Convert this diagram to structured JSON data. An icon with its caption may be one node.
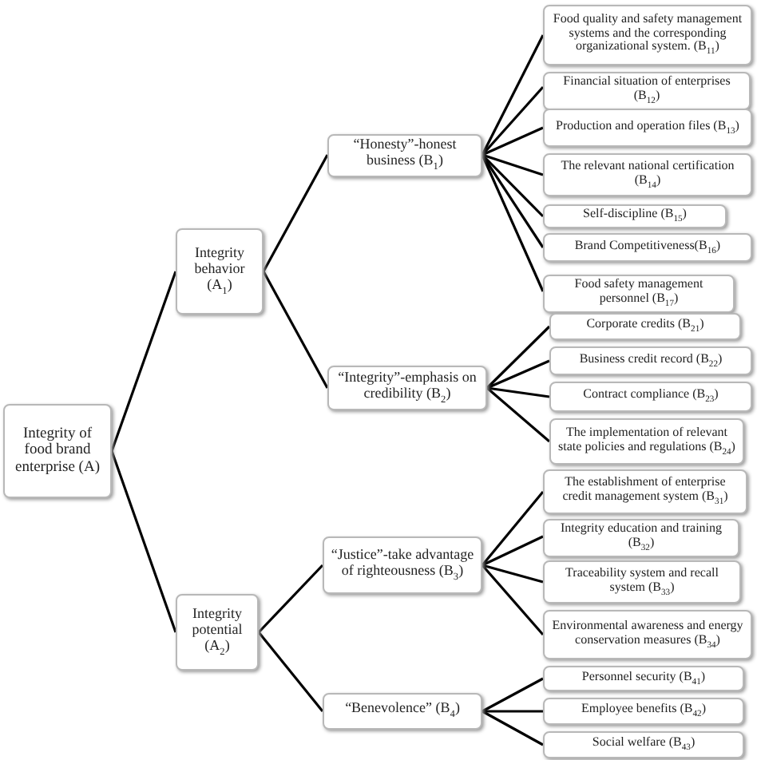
{
  "diagram": {
    "nodes": [
      {
        "text": [
          "Integrity of food brand enterprise (A)"
        ]
      },
      {
        "text": [
          "Integrity behavior (A$_{1}$)"
        ]
      },
      {
        "text": [
          "Integrity potential (A$_{2}$)"
        ]
      },
      {
        "text": [
          "“Honesty”-honest business (B$_{1}$)"
        ]
      },
      {
        "text": [
          "“Integrity”-emphasis on credibility (B$_{2}$)"
        ]
      },
      {
        "text": [
          "“Justice”-take advantage of righteousness (B$_{3}$)"
        ]
      },
      {
        "text": [
          "“Benevolence” (B$_{4}$)"
        ]
      },
      {
        "text": [
          "Food quality and safety management systems and the corresponding organizational system. (B$_{11}$)"
        ]
      },
      {
        "text": [
          "Financial situation of enterprises (B$_{12}$)"
        ]
      },
      {
        "text": [
          "Production and operation files (B$_{13}$)"
        ]
      },
      {
        "text": [
          "The relevant national certification (B$_{14}$)"
        ]
      },
      {
        "text": [
          "Self-discipline (B$_{15}$)"
        ]
      },
      {
        "text": [
          "Brand Competitiveness(B$_{16}$)"
        ]
      },
      {
        "text": [
          "Food safety management personnel (B$_{17}$)"
        ]
      },
      {
        "text": [
          "Corporate credits (B$_{21}$)"
        ]
      },
      {
        "text": [
          "Business credit record (B$_{22}$)"
        ]
      },
      {
        "text": [
          "Contract compliance (B$_{23}$)"
        ]
      },
      {
        "text": [
          "The implementation of relevant state policies and regulations (B$_{24}$)"
        ]
      },
      {
        "text": [
          "The establishment of enterprise credit management system (B$_{31}$)"
        ]
      },
      {
        "text": [
          "Integrity education and training (B$_{32}$)"
        ]
      },
      {
        "text": [
          "Traceability system and recall system (B$_{33}$)"
        ]
      },
      {
        "text": [
          "Environmental awareness and energy conservation measures (B$_{34}$)"
        ]
      },
      {
        "text": [
          "Personnel security (B$_{41}$)"
        ]
      },
      {
        "text": [
          "Employee benefits (B$_{42}$)"
        ]
      },
      {
        "text": [
          "Social welfare (B$_{43}$)"
        ]
      }
    ],
    "edges": [
      {
        "from": 0,
        "to": 1,
        "arrow": "none"
      },
      {
        "from": 0,
        "to": 2,
        "arrow": "none"
      },
      {
        "from": 1,
        "to": 3,
        "arrow": "none"
      },
      {
        "from": 1,
        "to": 4,
        "arrow": "none"
      },
      {
        "from": 2,
        "to": 5,
        "arrow": "none"
      },
      {
        "from": 2,
        "to": 6,
        "arrow": "none"
      },
      {
        "from": 3,
        "to": 7,
        "arrow": "none"
      },
      {
        "from": 3,
        "to": 8,
        "arrow": "none"
      },
      {
        "from": 3,
        "to": 9,
        "arrow": "none"
      },
      {
        "from": 3,
        "to": 10,
        "arrow": "none"
      },
      {
        "from": 3,
        "to": 11,
        "arrow": "none"
      },
      {
        "from": 3,
        "to": 12,
        "arrow": "none"
      },
      {
        "from": 3,
        "to": 13,
        "arrow": "none"
      },
      {
        "from": 4,
        "to": 14,
        "arrow": "none"
      },
      {
        "from": 4,
        "to": 15,
        "arrow": "none"
      },
      {
        "from": 4,
        "to": 16,
        "arrow": "none"
      },
      {
        "from": 4,
        "to": 17,
        "arrow": "none"
      },
      {
        "from": 5,
        "to": 18,
        "arrow": "none"
      },
      {
        "from": 5,
        "to": 19,
        "arrow": "none"
      },
      {
        "from": 5,
        "to": 20,
        "arrow": "none"
      },
      {
        "from": 5,
        "to": 21,
        "arrow": "none"
      },
      {
        "from": 6,
        "to": 22,
        "arrow": "none"
      },
      {
        "from": 6,
        "to": 23,
        "arrow": "none"
      },
      {
        "from": 6,
        "to": 24,
        "arrow": "none"
      }
    ]
  }
}
